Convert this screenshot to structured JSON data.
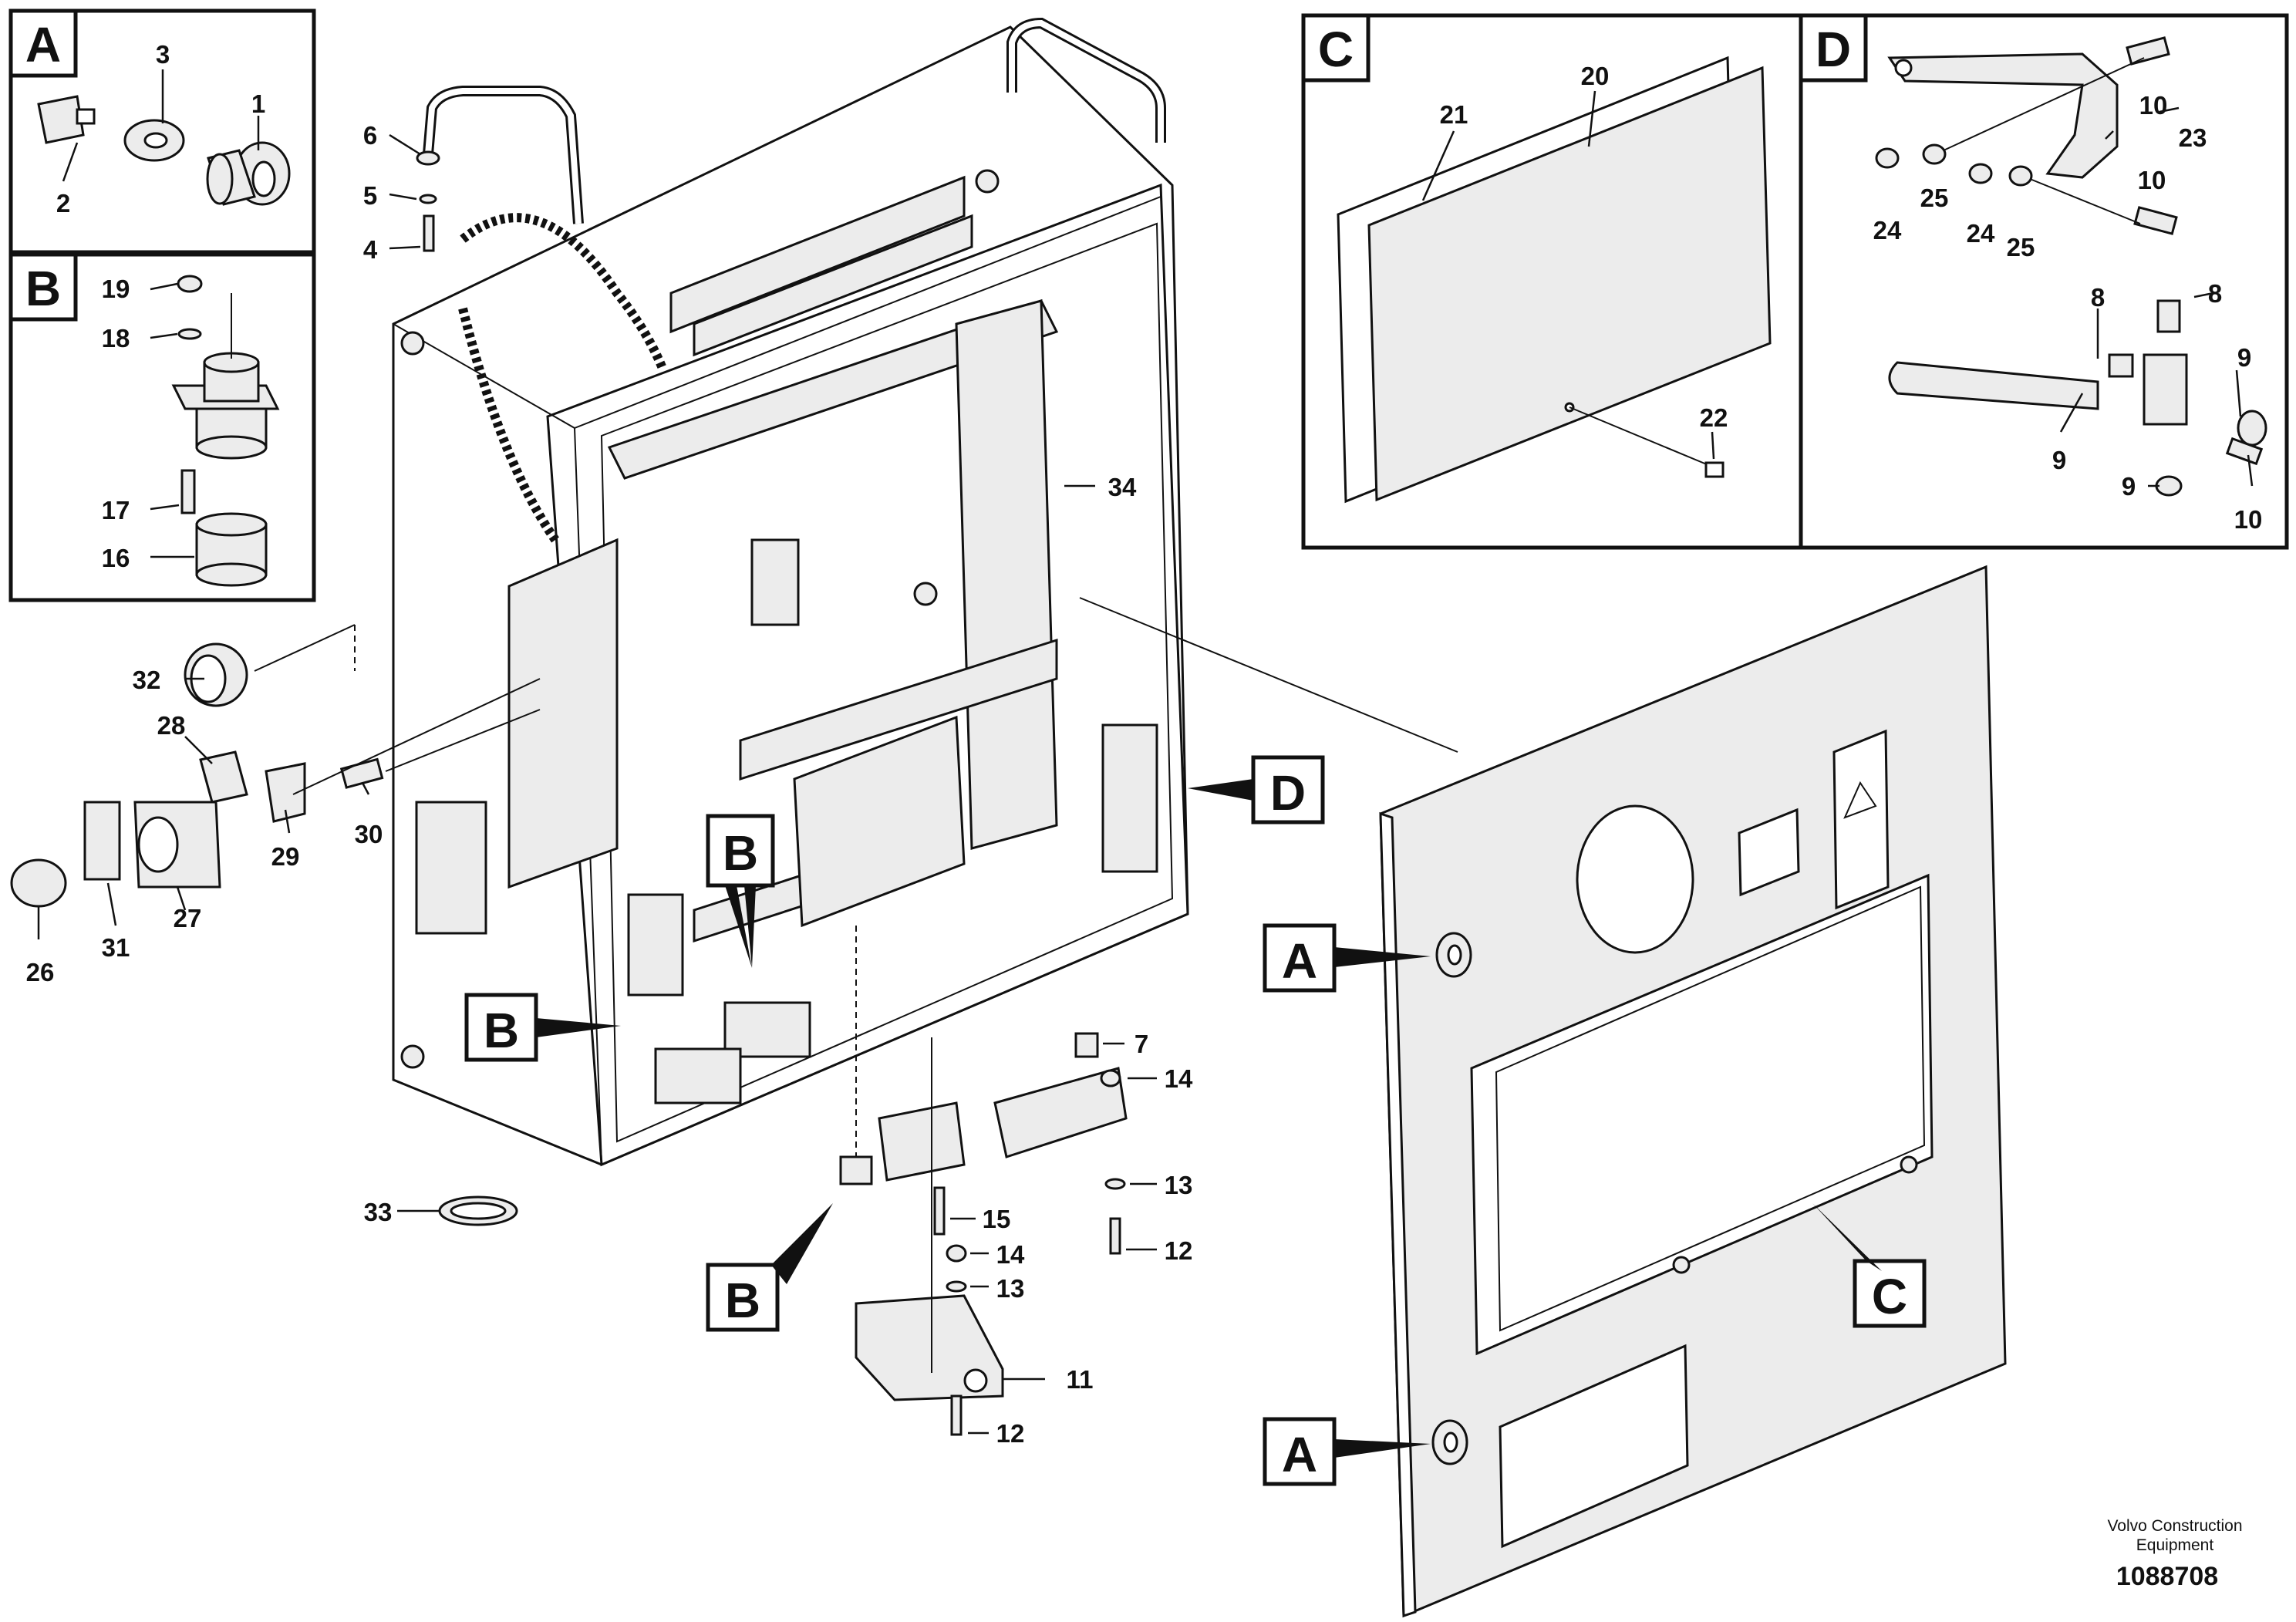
{
  "callouts": {
    "n1": "1",
    "n2": "2",
    "n3": "3",
    "n4": "4",
    "n5": "5",
    "n6": "6",
    "n7": "7",
    "n8a": "8",
    "n8b": "8",
    "n9a": "9",
    "n9b": "9",
    "n9c": "9",
    "n10a": "10",
    "n10b": "10",
    "n10c": "10",
    "n11": "11",
    "n12a": "12",
    "n12b": "12",
    "n13a": "13",
    "n13b": "13",
    "n14a": "14",
    "n14b": "14",
    "n15": "15",
    "n16": "16",
    "n17": "17",
    "n18": "18",
    "n19": "19",
    "n20": "20",
    "n21": "21",
    "n22": "22",
    "n23": "23",
    "n24a": "24",
    "n24b": "24",
    "n25a": "25",
    "n25b": "25",
    "n26": "26",
    "n27": "27",
    "n28": "28",
    "n29": "29",
    "n30": "30",
    "n31": "31",
    "n32": "32",
    "n33": "33",
    "n34": "34"
  },
  "detail_letters": {
    "a_box": "A",
    "b_box": "B",
    "c_box": "C",
    "d_box": "D",
    "a_call1": "A",
    "a_call2": "A",
    "b_call1": "B",
    "b_call2": "B",
    "b_call3": "B",
    "c_call": "C",
    "d_call": "D"
  },
  "footer": {
    "line1": "Volvo Construction",
    "line2": "Equipment",
    "ref": "1088708"
  },
  "colors": {
    "line": "#111111",
    "fill": "#ececec",
    "background": "#ffffff"
  }
}
